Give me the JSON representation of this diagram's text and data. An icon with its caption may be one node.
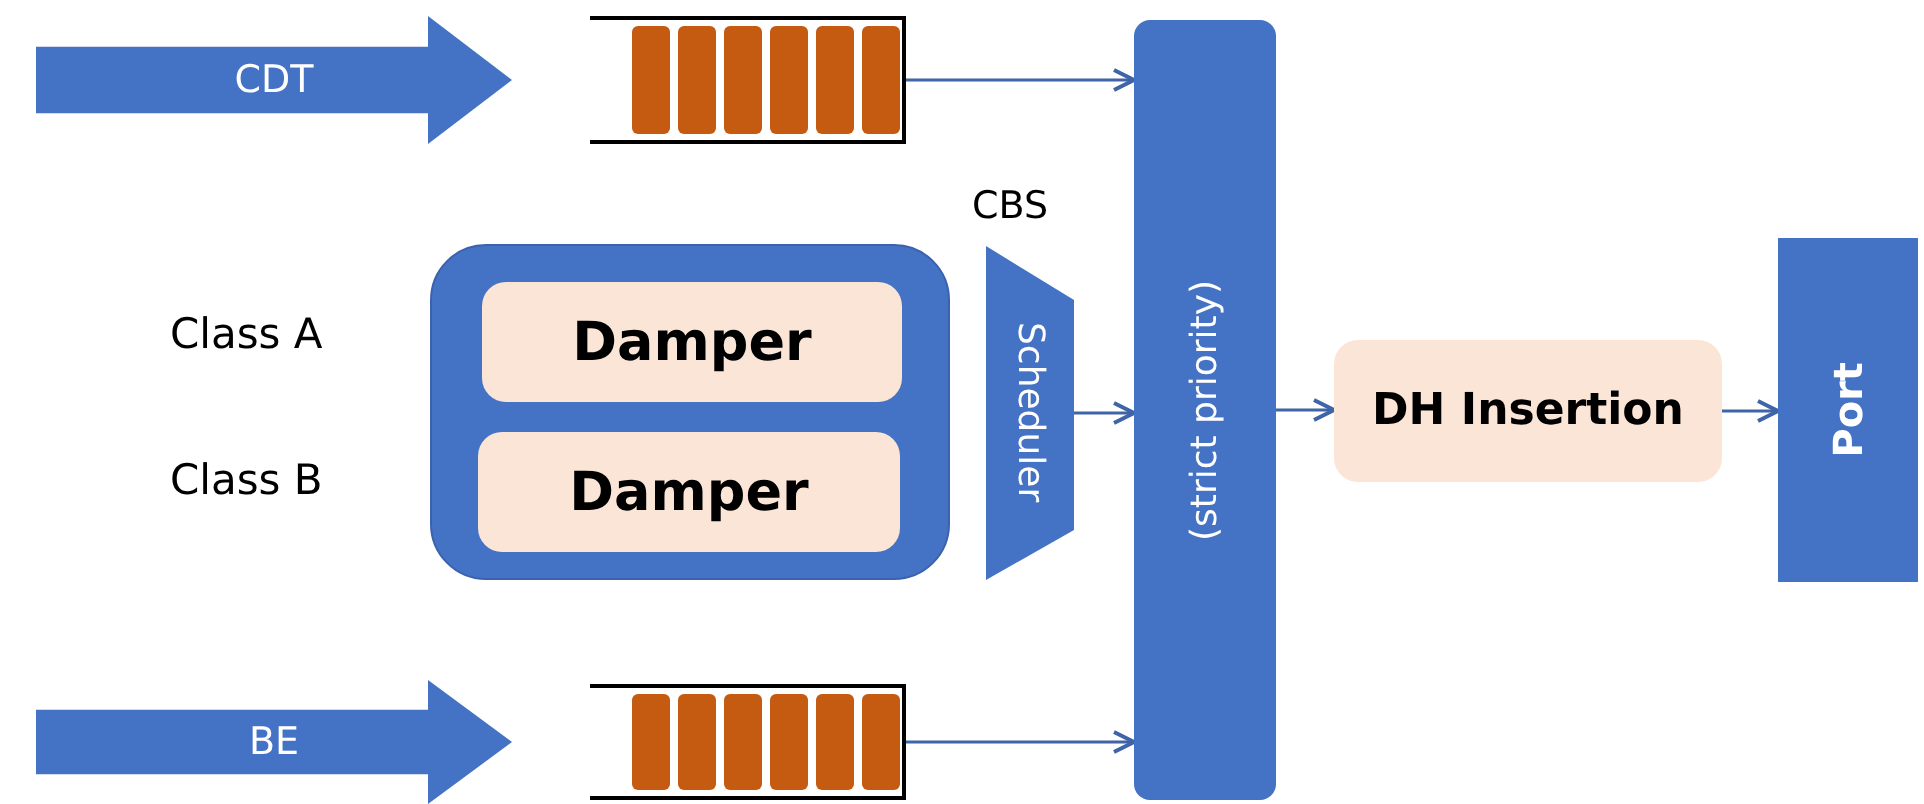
{
  "diagram": {
    "nodes": [
      {
        "text": [
          "CDT"
        ]
      },
      {
        "text": [],
        "shape": "box"
      },
      {
        "text": [],
        "shape": "box"
      },
      {
        "text": [
          "Damper"
        ],
        "in": 2
      },
      {
        "text": [
          "Damper"
        ],
        "in": 2
      },
      {
        "text": [
          "Scheduler"
        ],
        "beside": [
          "CBS"
        ]
      },
      {
        "text": [
          "(strict priority)"
        ]
      },
      {
        "text": [
          "BE"
        ]
      },
      {
        "text": [],
        "shape": "box"
      },
      {
        "text": [
          "DH Insertion"
        ]
      },
      {
        "text": [
          "Port"
        ]
      }
    ],
    "edges": [
      {
        "from": 1,
        "to": 6,
        "arrow": "to"
      },
      {
        "from": 5,
        "to": 6,
        "arrow": "to"
      },
      {
        "from": 8,
        "to": 6,
        "arrow": "to"
      },
      {
        "from": 6,
        "to": 9,
        "arrow": "to"
      },
      {
        "from": 9,
        "to": 10,
        "arrow": "to"
      }
    ],
    "labels": [
      "Class A",
      "Class B"
    ]
  }
}
